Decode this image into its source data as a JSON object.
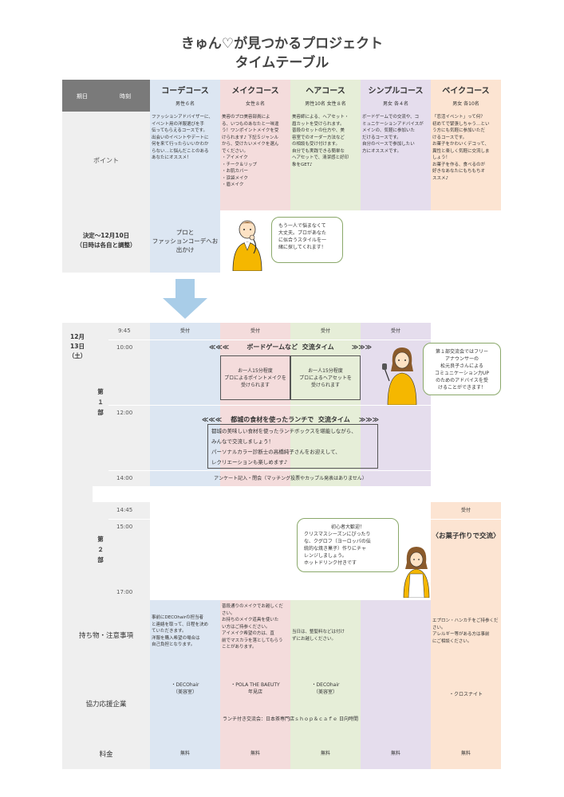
{
  "title": {
    "line1": "きゅん♡が見つかるプロジェクト",
    "line2": "タイムテーブル"
  },
  "header": {
    "date_label": "期日",
    "time_label": "時刻"
  },
  "courses": [
    {
      "name": "コーデコース",
      "capacity": "男性６名"
    },
    {
      "name": "メイクコース",
      "capacity": "女性８名"
    },
    {
      "name": "ヘアコース",
      "capacity": "男性10名  女性８名"
    },
    {
      "name": "シンプルコース",
      "capacity": "男女  各４名"
    },
    {
      "name": "ベイクコース",
      "capacity": "男女  各10名"
    }
  ],
  "points": {
    "label": "ポイント",
    "texts": [
      [
        "ファッションアドバイザーに、",
        "イベント用の洋服選びを手",
        "伝ってもらえるコースです。",
        "出会いのイベントやデートに",
        "何を来て行ったらいいかわか",
        "らない…と悩んだことのある",
        "あなたにオススメ！"
      ],
      [
        "美容のプロ美容部員によ",
        "る、いつものあなたと一味違",
        "う！ワンポイントメイクを受",
        "けられます♪ 下記５ジャンル",
        "から、受けたいメイクを選ん",
        "でください。",
        "・アイメイク",
        "・チーク＆リップ",
        "・お肌カバー",
        "・涙袋メイク",
        "・眉メイク"
      ],
      [
        "美容師による、ヘアセット・",
        "眉カットを受けられます。",
        "普段のセットの仕方や、美",
        "容室でのオーダー方法など",
        "の相談も受け付けます。",
        "自分でも実践できる簡単な",
        "ヘアセットで、清潔感と好印",
        "象をGET♪"
      ],
      [
        "ボードゲームでの交流や、コ",
        "ミュニケーションアドバイスが",
        "メインの、気軽に参加いた",
        "だけるコースです。",
        "自分のペースで参加したい",
        "方にオススメです。"
      ],
      [
        "「恋活イベント」って何？",
        "初めてで緊張しちゃう…とい",
        "う方にも気軽に参加いただ",
        "けるコースです。",
        "お菓子をかわいくデコって、",
        "異性と楽しく気軽に交流しま",
        "しょう！",
        "お菓子を作る、食べるのが",
        "好きなあなたにもちもちオ",
        "ススメ♪"
      ]
    ]
  },
  "decide": {
    "label1": "決定～12月10日",
    "label2": "（日時は各自と調整）",
    "outing": [
      "プロと",
      "ファッションコーデへお",
      "出かけ"
    ],
    "bubble": [
      "もう一人で悩まなくて",
      "大丈夫。プロがあなた",
      "に似合うスタイルを一",
      "緒に探してくれます！"
    ]
  },
  "schedule": {
    "date": [
      "12月",
      "13日",
      "（土）"
    ],
    "part1": [
      "第",
      "１",
      "部"
    ],
    "part2": [
      "第",
      "２",
      "部"
    ],
    "times": {
      "t0945": "9:45",
      "t1000": "10:00",
      "t1200": "12:00",
      "t1400": "14:00",
      "t1445": "14:45",
      "t1500": "15:00",
      "t1700": "17:00"
    },
    "reception": "受付",
    "boardgame_band": "≪≪≪        ボードゲームなど  交流タイム        ≫≫≫",
    "makeup_box": [
      "お一人15分程度",
      "プロによるポイントメイクを",
      "受けられます"
    ],
    "hair_box": [
      "お一人15分程度",
      "プロによるヘアセットを",
      "受けられます"
    ],
    "lunch_band": "≪≪≪    都城の食材を使ったランチで  交流タイム    ≫≫≫",
    "lunch_desc": [
      "都城の美味しい食材を使ったランチボックスを堪能しながら、",
      "みんなで交流しましょう！",
      "パーソナルカラー診断士の高橋純子さんをお迎えして、",
      "レクリエーションも楽しめます♪"
    ],
    "survey": "アンケート記入・閉会（マッチング投票やカップル発表はありません）",
    "bubble1": [
      "第１部交流会ではフリー",
      "アナウンサーの",
      "松元良子さんによる",
      "コミュニケーション力UP",
      "のためのアドバイスを受",
      "けることができます！"
    ],
    "bake_band": "〈お菓子作りで交流〉",
    "bubble2": [
      "初心者大歓迎！",
      "クリスマスシーズンにぴったり",
      "な、クグロフ（ヨーロッパの伝",
      "統的な焼き菓子）作りにチャ",
      "レンジしましょう。",
      "ホットドリンク付きです"
    ]
  },
  "items": {
    "label": "持ち物・注意事項",
    "texts": [
      [
        "事前にDECOhairの担当者",
        "と連絡を取って、日程を決め",
        "ていただきます。",
        "洋服を購入希望の場合は",
        "自己負担となります。"
      ],
      [
        "普段通りのメイクでお越しくだ",
        "さい。",
        "お持ちのメイク道具を使いた",
        "い方はご持参ください。",
        "アイメイク希望の方は、直",
        "前でマスカラを落としてもらう",
        "ことがあります。"
      ],
      [
        "当日は、整髪料などは付け",
        "ずにお越しください。"
      ],
      [],
      [
        "エプロン・ハンカチをご持参くだ",
        "さい。",
        "アレルギー等がある方は事前",
        "にご相談ください。"
      ]
    ]
  },
  "sponsors": {
    "label": "協力応援企業",
    "names": [
      [
        "・DECOhair",
        "（美容室）"
      ],
      [
        "・POLA  THE  BAEUTY",
        "年見店"
      ],
      [
        "・DECOhair",
        "（美容室）"
      ],
      [],
      [
        "・クロスナイト"
      ]
    ],
    "lunch_venue": "ランチ付き交流会：日本茶専門店ｓｈｏｐ＆ｃａｆｅ  日向時間"
  },
  "fee": {
    "label": "料金",
    "values": [
      "無料",
      "無料",
      "無料",
      "無料",
      "無料"
    ]
  },
  "colors": {
    "coordinate": "#dce6f2",
    "makeup": "#f4dcdc",
    "hair": "#e6eed8",
    "simple": "#e5dded",
    "bake": "#fce4d2",
    "arrow": "#a9cde8",
    "accent_orange": "#f5b700"
  },
  "icons": [
    "down-arrow-icon",
    "thinking-man-icon",
    "announcer-woman-icon",
    "baker-woman-icon"
  ]
}
